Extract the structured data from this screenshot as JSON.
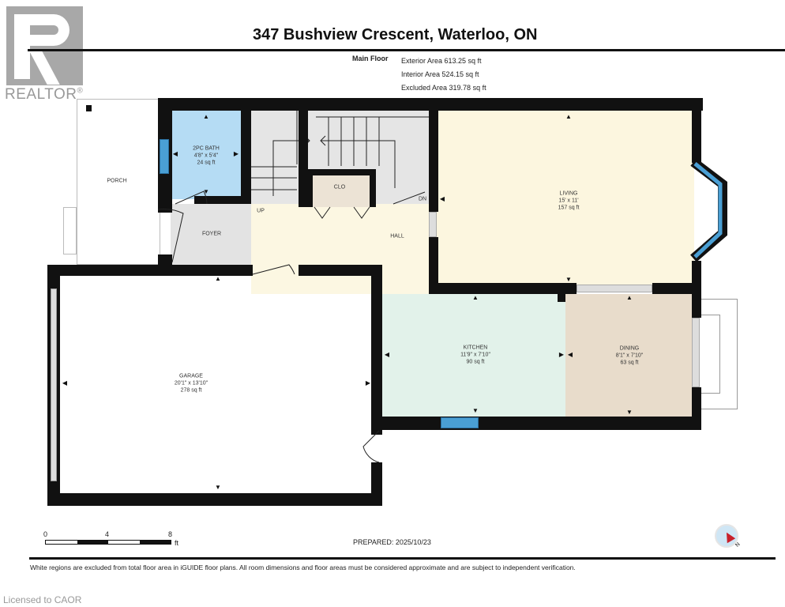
{
  "header": {
    "title": "347 Bushview Crescent, Waterloo, ON",
    "floor": "Main Floor",
    "areas": [
      "Exterior Area 613.25 sq ft",
      "Interior Area 524.15 sq ft",
      "Excluded Area 319.78 sq ft"
    ]
  },
  "logo": {
    "text": "REALTOR",
    "mark": "®"
  },
  "rooms": {
    "porch": {
      "name": "PORCH"
    },
    "bath": {
      "name": "2PC BATH",
      "dims": "4'8\" x 5'4\"",
      "area": "24 sq ft",
      "color": "#b5dcf4"
    },
    "clo": {
      "name": "CLO",
      "color": "#ece3d5"
    },
    "foyer": {
      "name": "FOYER",
      "color": "#e3e3e3"
    },
    "hall": {
      "name": "HALL",
      "color": "#fcf7e2"
    },
    "up": "UP",
    "dn": "DN",
    "living": {
      "name": "LIVING",
      "dims": "15' x 11'",
      "area": "157 sq ft",
      "color": "#fcf6df"
    },
    "kitchen": {
      "name": "KITCHEN",
      "dims": "11'9\" x 7'10\"",
      "area": "90 sq ft",
      "color": "#e2f2ea"
    },
    "dining": {
      "name": "DINING",
      "dims": "8'1\" x 7'10\"",
      "area": "63 sq ft",
      "color": "#e8dccb"
    },
    "garage": {
      "name": "GARAGE",
      "dims": "20'1\" x 13'10\"",
      "area": "278 sq ft"
    }
  },
  "scale": {
    "ticks": [
      "0",
      "4",
      "8"
    ],
    "unit": "ft"
  },
  "prepared": "PREPARED: 2025/10/23",
  "compass": {
    "icon": "compass-icon",
    "letter": "N"
  },
  "disclaimer": "White regions are excluded from total floor area in iGUIDE floor plans. All room dimensions and floor areas must be considered approximate and are subject to independent verification.",
  "license": "Licensed to CAOR"
}
